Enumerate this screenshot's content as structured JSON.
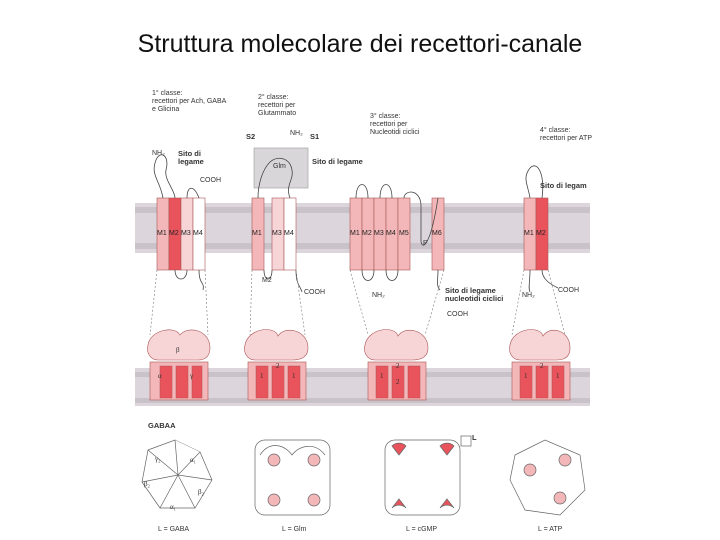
{
  "title": "Struttura molecolare dei recettori-canale",
  "classes": [
    {
      "heading": "1° classe:\nrecettori per Ach, GABA\ne Glicina"
    },
    {
      "heading": "2° classe:\nrecettori per\nGlutammato"
    },
    {
      "heading": "3° classe:\nrecettori per\nNucleotidi ciclici"
    },
    {
      "heading": "4° classe:\nrecettori per ATP"
    }
  ],
  "labels": {
    "nh2": "NH₂",
    "cooh": "COOH",
    "sito_legame_short": "Sito di\nlegame",
    "sito_legame": "Sito di legame",
    "sito_legam_cut": "Sito di legam",
    "s1": "S1",
    "s2": "S2",
    "glm": "Glm",
    "p": "P",
    "sito_nucleotidi": "Sito di legame\nnucleotidi ciclici",
    "gaba_a": "GABAA",
    "l": "L",
    "m1": "M1",
    "m2": "M2",
    "m3": "M3",
    "m4": "M4",
    "m5": "M5",
    "m6": "M6",
    "beta": "β",
    "alpha": "α",
    "gamma": "γ",
    "g2": "γ₂",
    "a1": "α₁",
    "b2": "β₂",
    "b2b": "β₂",
    "a1b": "α₁",
    "n1": "1",
    "n2": "2"
  },
  "ligands": [
    "L = GABA",
    "L = Glm",
    "L = cGMP",
    "L = ATP"
  ]
}
